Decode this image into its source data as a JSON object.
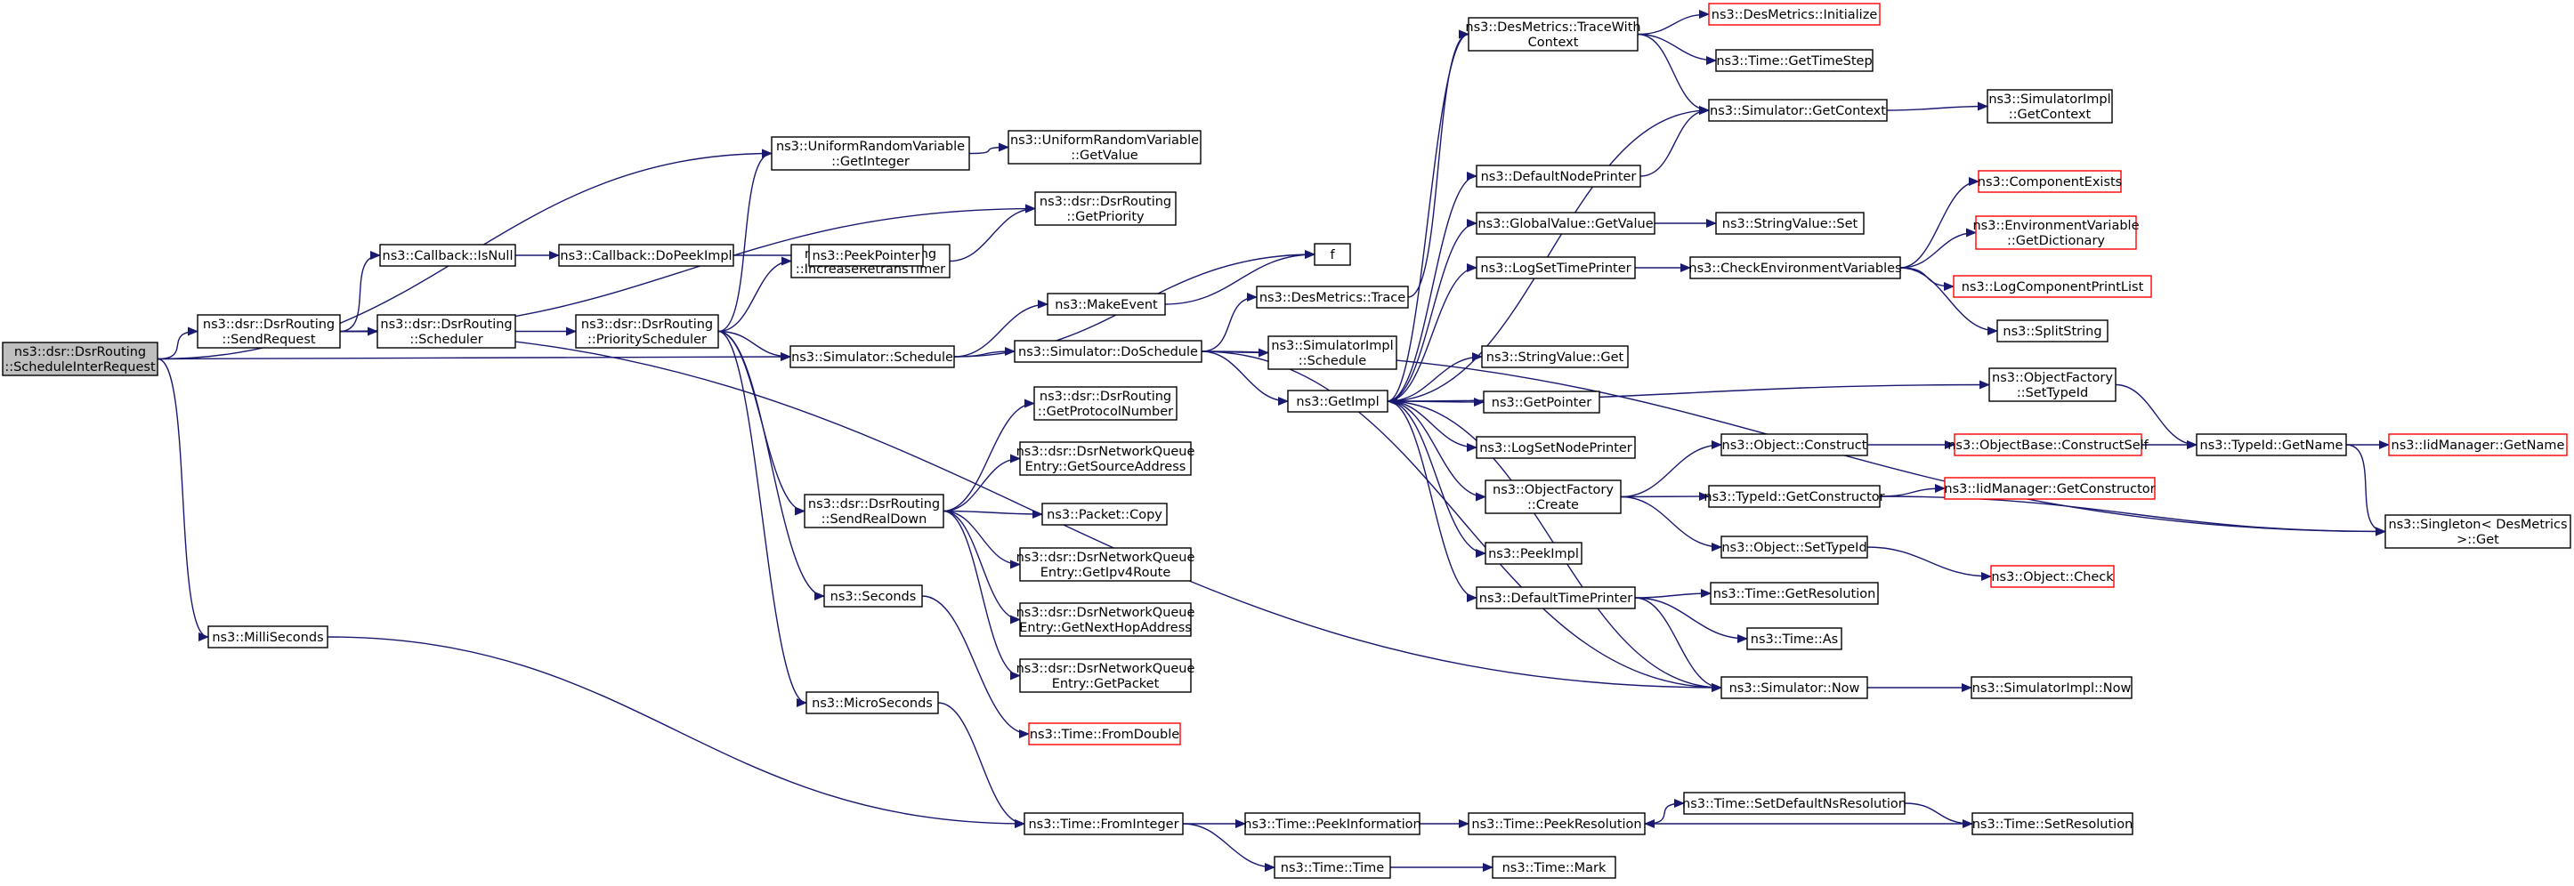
{
  "colors": {
    "edge": "#191970",
    "node_border": "#000000",
    "missing_border": "#ff0000",
    "root_fill": "#bfbfbf",
    "node_fill": "#ffffff"
  },
  "nodes": [
    {
      "id": "n0",
      "lines": [
        "ns3::dsr::DsrRouting",
        "::ScheduleInterRequest"
      ],
      "root": true
    },
    {
      "id": "n1",
      "lines": [
        "ns3::dsr::DsrRouting",
        "::SendRequest"
      ]
    },
    {
      "id": "n2",
      "lines": [
        "ns3::MilliSeconds"
      ]
    },
    {
      "id": "n3",
      "lines": [
        "ns3::Callback::IsNull"
      ]
    },
    {
      "id": "n4",
      "lines": [
        "ns3::dsr::DsrRouting",
        "::Scheduler"
      ]
    },
    {
      "id": "n5",
      "lines": [
        "ns3::Callback::DoPeekImpl"
      ]
    },
    {
      "id": "n6",
      "lines": [
        "ns3::dsr::DsrRouting",
        "::PriorityScheduler"
      ]
    },
    {
      "id": "n7",
      "lines": [
        "ns3::UniformRandomVariable",
        "::GetInteger"
      ]
    },
    {
      "id": "n8",
      "lines": [
        "ns3::dsr::DsrRouting",
        "::IncreaseRetransTimer"
      ]
    },
    {
      "id": "n9",
      "lines": [
        "ns3::Simulator::Schedule"
      ]
    },
    {
      "id": "n10",
      "lines": [
        "ns3::dsr::DsrRouting",
        "::SendRealDown"
      ]
    },
    {
      "id": "n11",
      "lines": [
        "ns3::Seconds"
      ]
    },
    {
      "id": "n12",
      "lines": [
        "ns3::MicroSeconds"
      ]
    },
    {
      "id": "n13",
      "lines": [
        "ns3::UniformRandomVariable",
        "::GetValue"
      ]
    },
    {
      "id": "n14",
      "lines": [
        "ns3::dsr::DsrRouting",
        "::GetPriority"
      ]
    },
    {
      "id": "n15",
      "lines": [
        "ns3::PeekPointer"
      ]
    },
    {
      "id": "n16",
      "lines": [
        "ns3::MakeEvent"
      ]
    },
    {
      "id": "n17",
      "lines": [
        "ns3::Simulator::DoSchedule"
      ]
    },
    {
      "id": "n18",
      "lines": [
        "f"
      ]
    },
    {
      "id": "n19",
      "lines": [
        "ns3::dsr::DsrRouting",
        "::GetProtocolNumber"
      ]
    },
    {
      "id": "n20",
      "lines": [
        "ns3::dsr::DsrNetworkQueue",
        "Entry::GetSourceAddress"
      ]
    },
    {
      "id": "n21",
      "lines": [
        "ns3::Packet::Copy"
      ]
    },
    {
      "id": "n22",
      "lines": [
        "ns3::dsr::DsrNetworkQueue",
        "Entry::GetIpv4Route"
      ]
    },
    {
      "id": "n23",
      "lines": [
        "ns3::dsr::DsrNetworkQueue",
        "Entry::GetNextHopAddress"
      ]
    },
    {
      "id": "n24",
      "lines": [
        "ns3::dsr::DsrNetworkQueue",
        "Entry::GetPacket"
      ]
    },
    {
      "id": "n25",
      "lines": [
        "ns3::Time::FromDouble"
      ],
      "missing": true
    },
    {
      "id": "n26",
      "lines": [
        "ns3::Time::FromInteger"
      ]
    },
    {
      "id": "n27",
      "lines": [
        "ns3::DesMetrics::Trace"
      ]
    },
    {
      "id": "n28",
      "lines": [
        "ns3::SimulatorImpl",
        "::Schedule"
      ]
    },
    {
      "id": "n29",
      "lines": [
        "ns3::GetImpl"
      ]
    },
    {
      "id": "n30",
      "lines": [
        "ns3::Time::PeekInformation"
      ]
    },
    {
      "id": "n31",
      "lines": [
        "ns3::Time::Time"
      ]
    },
    {
      "id": "n32",
      "lines": [
        "ns3::DesMetrics::TraceWith",
        "Context"
      ]
    },
    {
      "id": "n33",
      "lines": [
        "ns3::DefaultNodePrinter"
      ]
    },
    {
      "id": "n34",
      "lines": [
        "ns3::GlobalValue::GetValue"
      ]
    },
    {
      "id": "n35",
      "lines": [
        "ns3::LogSetTimePrinter"
      ]
    },
    {
      "id": "n36",
      "lines": [
        "ns3::StringValue::Get"
      ]
    },
    {
      "id": "n37",
      "lines": [
        "ns3::GetPointer"
      ]
    },
    {
      "id": "n38",
      "lines": [
        "ns3::LogSetNodePrinter"
      ]
    },
    {
      "id": "n39",
      "lines": [
        "ns3::ObjectFactory",
        "::Create"
      ]
    },
    {
      "id": "n40",
      "lines": [
        "ns3::PeekImpl"
      ]
    },
    {
      "id": "n41",
      "lines": [
        "ns3::DefaultTimePrinter"
      ]
    },
    {
      "id": "n42",
      "lines": [
        "ns3::Time::PeekResolution"
      ]
    },
    {
      "id": "n43",
      "lines": [
        "ns3::Time::Mark"
      ]
    },
    {
      "id": "n44",
      "lines": [
        "ns3::DesMetrics::Initialize"
      ],
      "missing": true
    },
    {
      "id": "n45",
      "lines": [
        "ns3::Time::GetTimeStep"
      ]
    },
    {
      "id": "n46",
      "lines": [
        "ns3::Simulator::GetContext"
      ]
    },
    {
      "id": "n47",
      "lines": [
        "ns3::StringValue::Set"
      ]
    },
    {
      "id": "n48",
      "lines": [
        "ns3::CheckEnvironmentVariables"
      ]
    },
    {
      "id": "n49",
      "lines": [
        "ns3::Object::Construct"
      ]
    },
    {
      "id": "n50",
      "lines": [
        "ns3::TypeId::GetConstructor"
      ]
    },
    {
      "id": "n51",
      "lines": [
        "ns3::Object::SetTypeId"
      ]
    },
    {
      "id": "n52",
      "lines": [
        "ns3::Time::GetResolution"
      ]
    },
    {
      "id": "n53",
      "lines": [
        "ns3::Time::As"
      ]
    },
    {
      "id": "n54",
      "lines": [
        "ns3::Simulator::Now"
      ]
    },
    {
      "id": "n55",
      "lines": [
        "ns3::Time::SetDefaultNsResolution"
      ]
    },
    {
      "id": "n56",
      "lines": [
        "ns3::SimulatorImpl",
        "::GetContext"
      ]
    },
    {
      "id": "n57",
      "lines": [
        "ns3::ComponentExists"
      ],
      "missing": true
    },
    {
      "id": "n58",
      "lines": [
        "ns3::EnvironmentVariable",
        "::GetDictionary"
      ],
      "missing": true
    },
    {
      "id": "n59",
      "lines": [
        "ns3::LogComponentPrintList"
      ],
      "missing": true
    },
    {
      "id": "n60",
      "lines": [
        "ns3::SplitString"
      ]
    },
    {
      "id": "n61",
      "lines": [
        "ns3::ObjectFactory",
        "::SetTypeId"
      ]
    },
    {
      "id": "n62",
      "lines": [
        "ns3::ObjectBase::ConstructSelf"
      ],
      "missing": true
    },
    {
      "id": "n63",
      "lines": [
        "ns3::IidManager::GetConstructor"
      ],
      "missing": true
    },
    {
      "id": "n64",
      "lines": [
        "ns3::Object::Check"
      ],
      "missing": true
    },
    {
      "id": "n65",
      "lines": [
        "ns3::SimulatorImpl::Now"
      ]
    },
    {
      "id": "n66",
      "lines": [
        "ns3::Time::SetResolution"
      ]
    },
    {
      "id": "n67",
      "lines": [
        "ns3::TypeId::GetName"
      ]
    },
    {
      "id": "n68",
      "lines": [
        "ns3::IidManager::GetName"
      ],
      "missing": true
    },
    {
      "id": "n69",
      "lines": [
        "ns3::Singleton< DesMetrics",
        ">::Get"
      ]
    }
  ],
  "edges": [
    [
      "n0",
      "n1"
    ],
    [
      "n0",
      "n2"
    ],
    [
      "n0",
      "n7"
    ],
    [
      "n0",
      "n9"
    ],
    [
      "n1",
      "n3"
    ],
    [
      "n1",
      "n4"
    ],
    [
      "n1",
      "n14"
    ],
    [
      "n1",
      "n54"
    ],
    [
      "n2",
      "n26"
    ],
    [
      "n3",
      "n5"
    ],
    [
      "n5",
      "n15"
    ],
    [
      "n4",
      "n6"
    ],
    [
      "n6",
      "n7"
    ],
    [
      "n6",
      "n8"
    ],
    [
      "n6",
      "n9"
    ],
    [
      "n6",
      "n10"
    ],
    [
      "n6",
      "n11"
    ],
    [
      "n6",
      "n12"
    ],
    [
      "n7",
      "n13"
    ],
    [
      "n8",
      "n14"
    ],
    [
      "n9",
      "n16"
    ],
    [
      "n9",
      "n17"
    ],
    [
      "n9",
      "n18"
    ],
    [
      "n16",
      "n18"
    ],
    [
      "n10",
      "n19"
    ],
    [
      "n10",
      "n20"
    ],
    [
      "n10",
      "n21"
    ],
    [
      "n10",
      "n22"
    ],
    [
      "n10",
      "n23"
    ],
    [
      "n10",
      "n24"
    ],
    [
      "n11",
      "n25"
    ],
    [
      "n12",
      "n26"
    ],
    [
      "n26",
      "n30"
    ],
    [
      "n26",
      "n31"
    ],
    [
      "n30",
      "n42"
    ],
    [
      "n31",
      "n43"
    ],
    [
      "n17",
      "n27"
    ],
    [
      "n17",
      "n28"
    ],
    [
      "n17",
      "n29"
    ],
    [
      "n17",
      "n54"
    ],
    [
      "n17",
      "n69"
    ],
    [
      "n27",
      "n32"
    ],
    [
      "n32",
      "n44"
    ],
    [
      "n32",
      "n45"
    ],
    [
      "n32",
      "n46"
    ],
    [
      "n29",
      "n32"
    ],
    [
      "n29",
      "n33"
    ],
    [
      "n29",
      "n34"
    ],
    [
      "n29",
      "n35"
    ],
    [
      "n29",
      "n36"
    ],
    [
      "n29",
      "n37"
    ],
    [
      "n29",
      "n38"
    ],
    [
      "n29",
      "n39"
    ],
    [
      "n29",
      "n40"
    ],
    [
      "n29",
      "n41"
    ],
    [
      "n29",
      "n61"
    ],
    [
      "n29",
      "n46"
    ],
    [
      "n33",
      "n46"
    ],
    [
      "n46",
      "n56"
    ],
    [
      "n34",
      "n47"
    ],
    [
      "n35",
      "n48"
    ],
    [
      "n48",
      "n57"
    ],
    [
      "n48",
      "n58"
    ],
    [
      "n48",
      "n59"
    ],
    [
      "n48",
      "n60"
    ],
    [
      "n39",
      "n49"
    ],
    [
      "n39",
      "n50"
    ],
    [
      "n39",
      "n51"
    ],
    [
      "n49",
      "n62"
    ],
    [
      "n62",
      "n67"
    ],
    [
      "n50",
      "n63"
    ],
    [
      "n50",
      "n69"
    ],
    [
      "n51",
      "n64"
    ],
    [
      "n61",
      "n67"
    ],
    [
      "n67",
      "n68"
    ],
    [
      "n67",
      "n69"
    ],
    [
      "n41",
      "n52"
    ],
    [
      "n41",
      "n53"
    ],
    [
      "n41",
      "n54"
    ],
    [
      "n54",
      "n29"
    ],
    [
      "n54",
      "n65"
    ],
    [
      "n42",
      "n55"
    ],
    [
      "n55",
      "n66"
    ],
    [
      "n66",
      "n42"
    ]
  ]
}
